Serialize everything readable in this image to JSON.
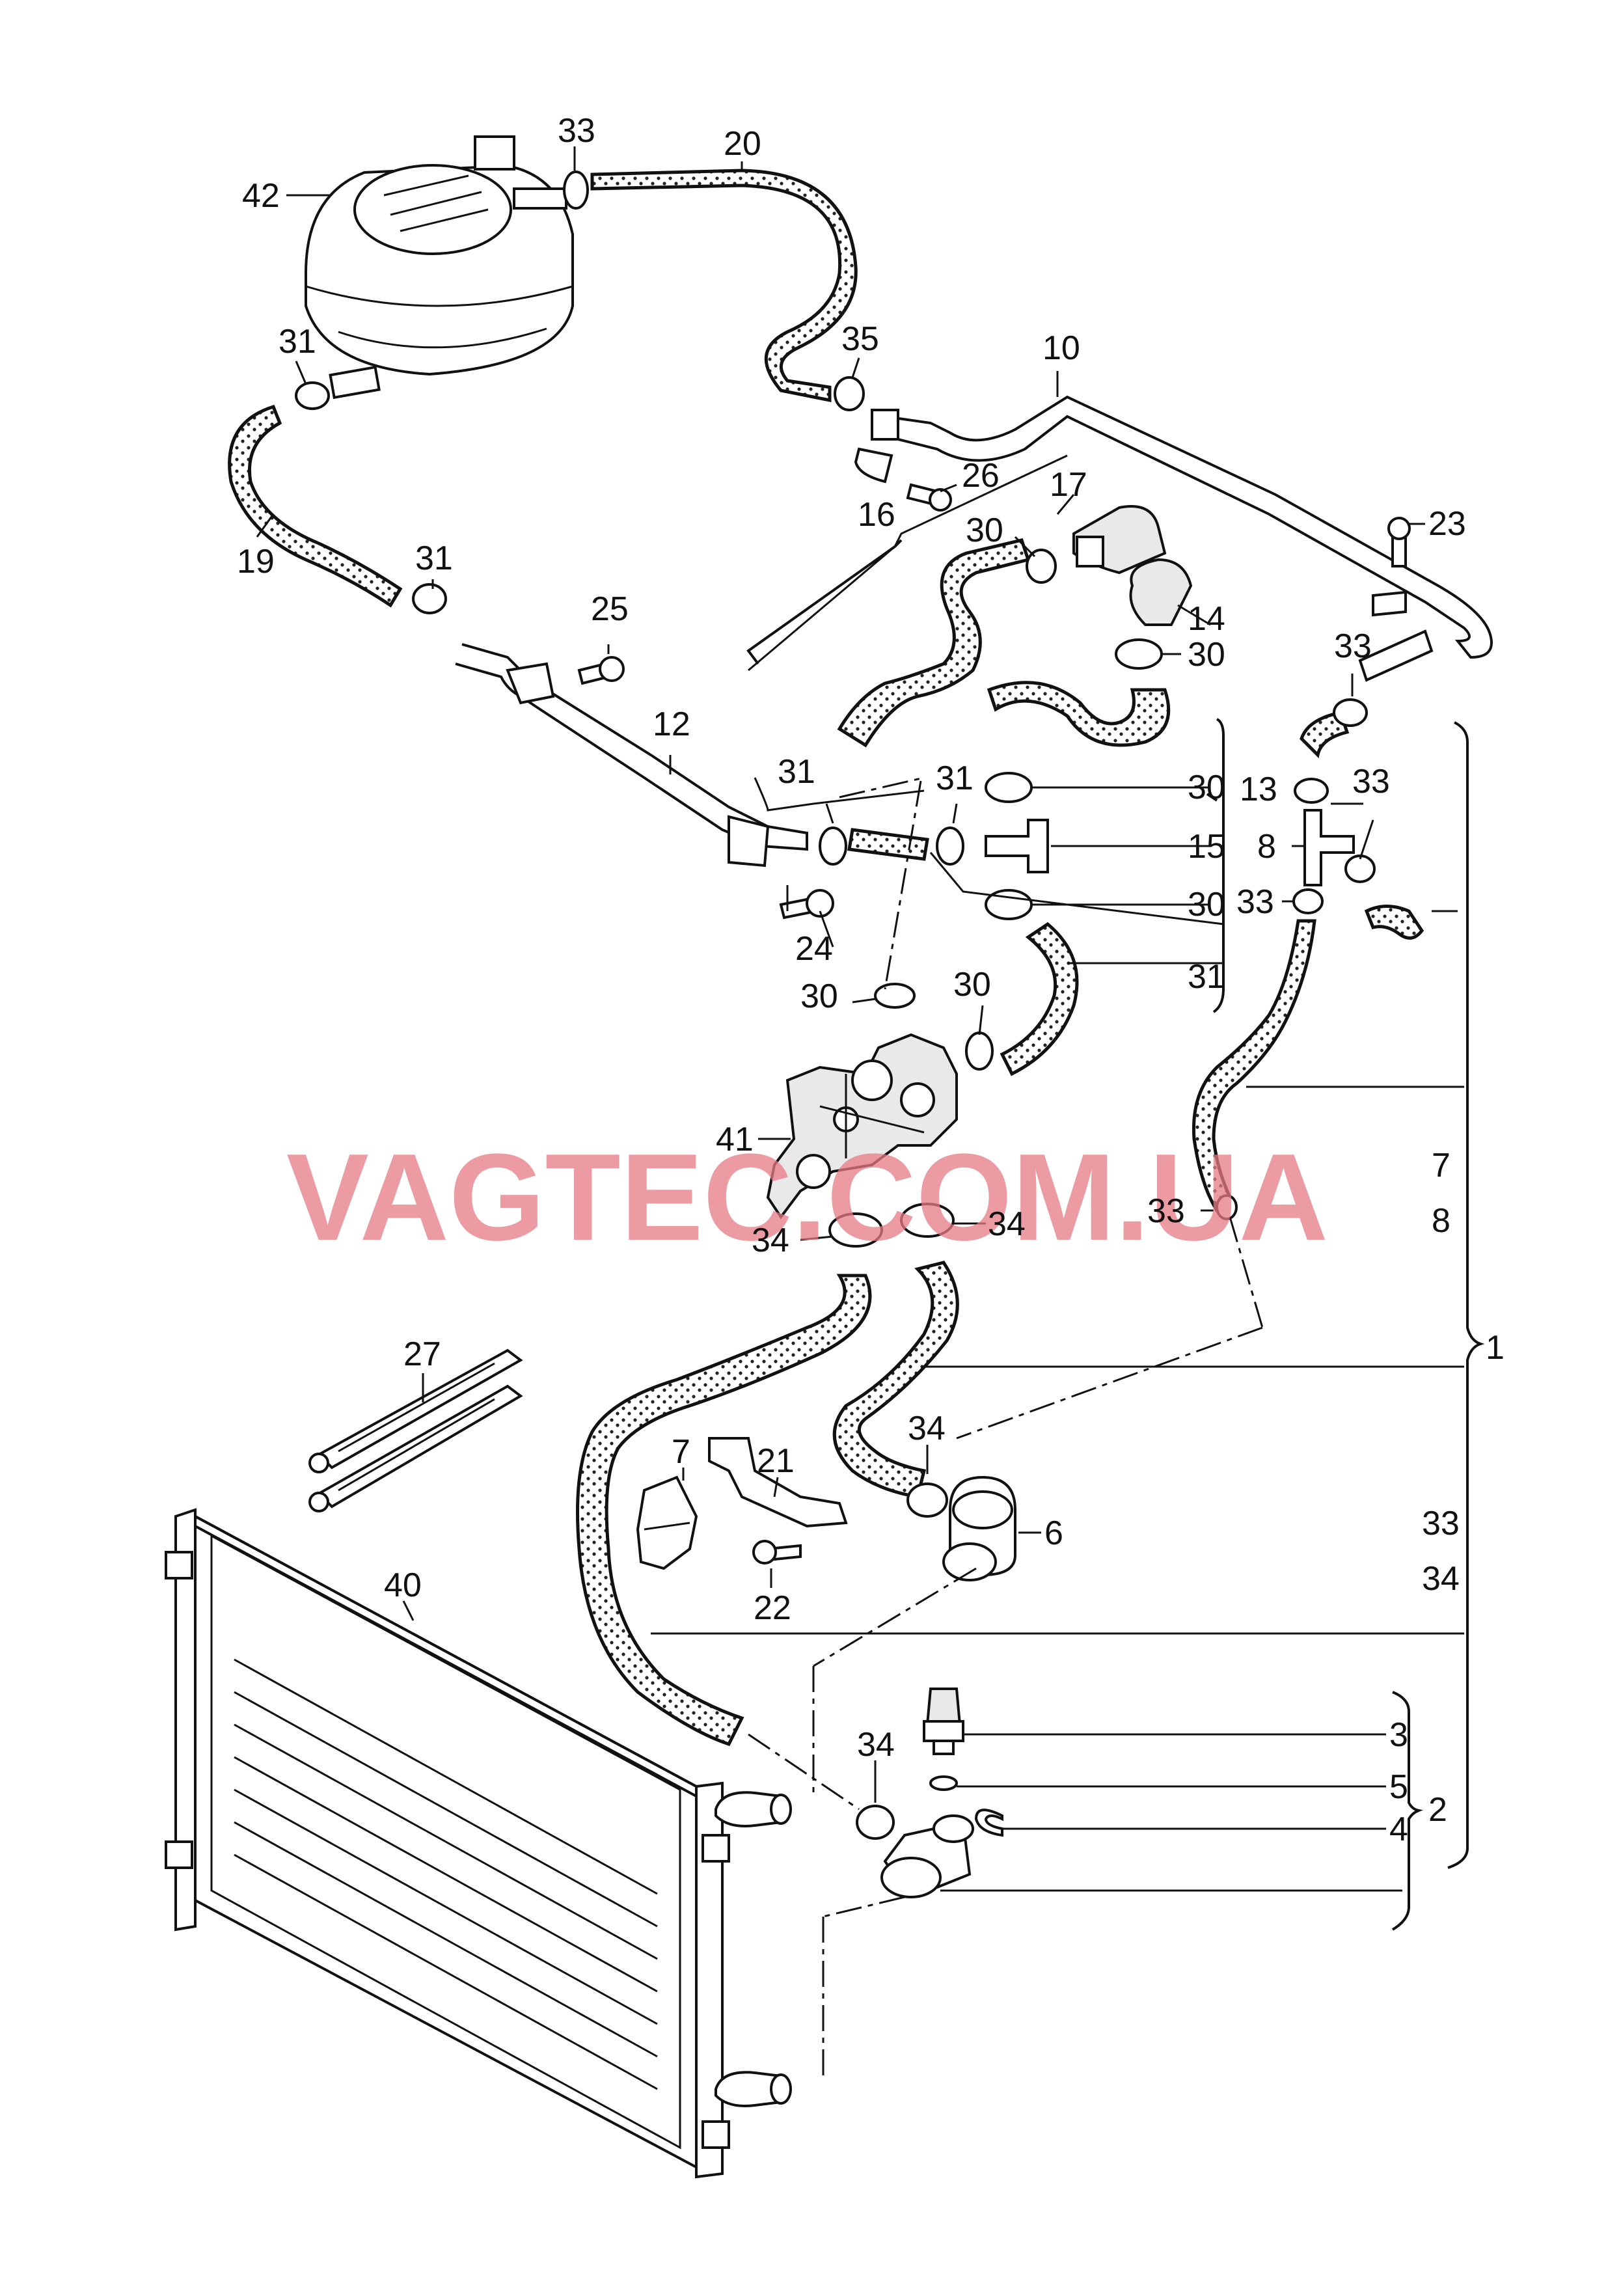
{
  "watermark": "VAGTEC.COM.UA",
  "callouts": [
    {
      "id": "c42",
      "text": "42"
    },
    {
      "id": "c33a",
      "text": "33"
    },
    {
      "id": "c20",
      "text": "20"
    },
    {
      "id": "c31a",
      "text": "31"
    },
    {
      "id": "c35",
      "text": "35"
    },
    {
      "id": "c10",
      "text": "10"
    },
    {
      "id": "c26",
      "text": "26"
    },
    {
      "id": "c16",
      "text": "16"
    },
    {
      "id": "c17",
      "text": "17"
    },
    {
      "id": "c23",
      "text": "23"
    },
    {
      "id": "c19",
      "text": "19"
    },
    {
      "id": "c31b",
      "text": "31"
    },
    {
      "id": "c25",
      "text": "25"
    },
    {
      "id": "c30a",
      "text": "30"
    },
    {
      "id": "c14",
      "text": "14"
    },
    {
      "id": "c33b",
      "text": "33"
    },
    {
      "id": "c30b",
      "text": "30"
    },
    {
      "id": "c12",
      "text": "12"
    },
    {
      "id": "c31c",
      "text": "31"
    },
    {
      "id": "c31d",
      "text": "31"
    },
    {
      "id": "c30c",
      "text": "30"
    },
    {
      "id": "c13",
      "text": "13"
    },
    {
      "id": "c33c",
      "text": "33"
    },
    {
      "id": "c15",
      "text": "15"
    },
    {
      "id": "c8a",
      "text": "8"
    },
    {
      "id": "c33d",
      "text": "33"
    },
    {
      "id": "c30d",
      "text": "30"
    },
    {
      "id": "c24",
      "text": "24"
    },
    {
      "id": "c31e",
      "text": "31"
    },
    {
      "id": "c30e",
      "text": "30"
    },
    {
      "id": "c30f",
      "text": "30"
    },
    {
      "id": "c41",
      "text": "41"
    },
    {
      "id": "c7a",
      "text": "7"
    },
    {
      "id": "c8b",
      "text": "8"
    },
    {
      "id": "c33e",
      "text": "33"
    },
    {
      "id": "c34a",
      "text": "34"
    },
    {
      "id": "c34b",
      "text": "34"
    },
    {
      "id": "c1",
      "text": "1"
    },
    {
      "id": "c27",
      "text": "27"
    },
    {
      "id": "c34c",
      "text": "34"
    },
    {
      "id": "c21",
      "text": "21"
    },
    {
      "id": "c7b",
      "text": "7"
    },
    {
      "id": "c6",
      "text": "6"
    },
    {
      "id": "c33f",
      "text": "33"
    },
    {
      "id": "c22",
      "text": "22"
    },
    {
      "id": "c34d",
      "text": "34"
    },
    {
      "id": "c40",
      "text": "40"
    },
    {
      "id": "c34e",
      "text": "34"
    },
    {
      "id": "c3",
      "text": "3"
    },
    {
      "id": "c5",
      "text": "5"
    },
    {
      "id": "c2",
      "text": "2"
    },
    {
      "id": "c4",
      "text": "4"
    }
  ]
}
